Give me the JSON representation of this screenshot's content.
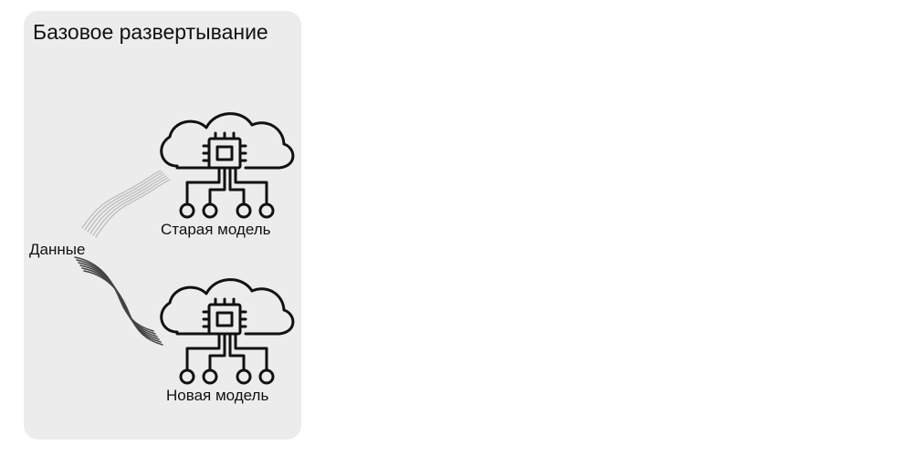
{
  "panel": {
    "title": "Базовое развертывание"
  },
  "nodes": {
    "data_label": "Данные",
    "old_model": {
      "label": "Старая модель",
      "icon": "cloud-chip-icon",
      "flow_style": "faded"
    },
    "new_model": {
      "label": "Новая модель",
      "icon": "cloud-chip-icon",
      "flow_style": "solid"
    }
  },
  "colors": {
    "panel_background": "#ececec",
    "page_background": "#ffffff",
    "icon_stroke": "#111111",
    "old_flow": "#b8b8b8",
    "new_flow": "#444444",
    "text": "#111111"
  }
}
